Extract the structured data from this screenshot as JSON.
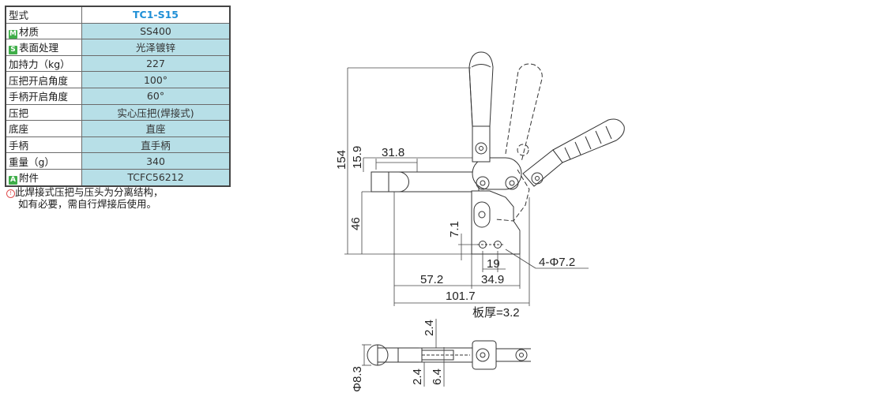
{
  "spec_table": {
    "rows": [
      {
        "label": "型式",
        "badge": "",
        "value": "TC1-S15"
      },
      {
        "label": "材质",
        "badge": "M",
        "value": "SS400"
      },
      {
        "label": "表面处理",
        "badge": "S",
        "value": "光泽镀锌"
      },
      {
        "label": "加持力（kg）",
        "badge": "",
        "value": "227"
      },
      {
        "label": "压把开启角度",
        "badge": "",
        "value": "100°"
      },
      {
        "label": "手柄开启角度",
        "badge": "",
        "value": "60°"
      },
      {
        "label": "压把",
        "badge": "",
        "value": "实心压把(焊接式)"
      },
      {
        "label": "底座",
        "badge": "",
        "value": "直座"
      },
      {
        "label": "手柄",
        "badge": "",
        "value": "直手柄"
      },
      {
        "label": "重量（g）",
        "badge": "",
        "value": "340"
      },
      {
        "label": "附件",
        "badge": "A",
        "value": "TCFC56212"
      }
    ]
  },
  "note": {
    "icon": "warning-circle-icon",
    "line1": "此焊接式压把与压头为分离结构，",
    "line2": "如有必要，需自行焊接后使用。"
  },
  "drawing": {
    "dims": {
      "d154": "154",
      "d15_9": "15.9",
      "d31_8": "31.8",
      "d46": "46",
      "d7_1": "7.1",
      "d19": "19",
      "d4_phi": "4-Φ7.2",
      "d57_2": "57.2",
      "d34_9": "34.9",
      "d101_7": "101.7",
      "plate": "板厚=3.2",
      "d2_4_top": "2.4",
      "d2_4_bot": "2.4",
      "d6_4": "6.4",
      "phi8_3": "Φ8.3"
    },
    "colors": {
      "line": "#333333",
      "dim": "#444444"
    }
  }
}
